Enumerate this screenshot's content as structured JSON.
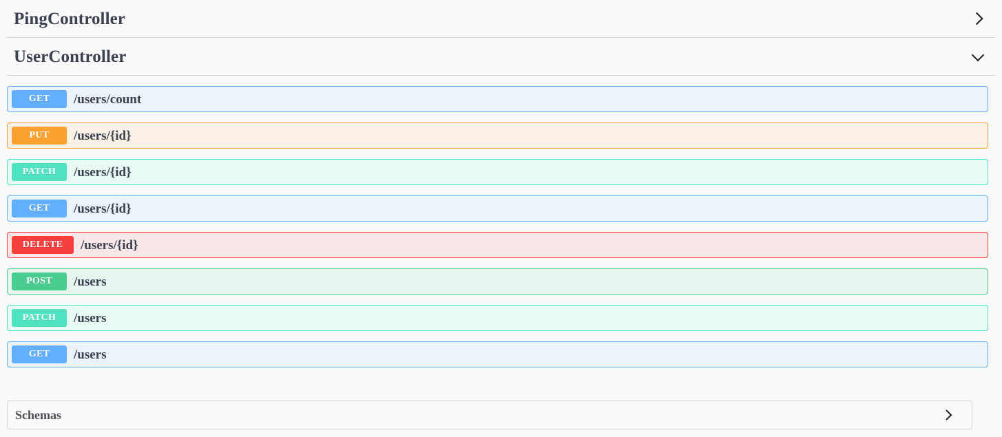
{
  "theme": {
    "page_background": "#fafafa",
    "title_color": "#3b4151",
    "divider_color": "#d3d3db",
    "method_colors": {
      "GET": "#61affe",
      "PUT": "#fca130",
      "PATCH": "#50e3c2",
      "DELETE": "#f93e3e",
      "POST": "#49cc90"
    }
  },
  "tags": [
    {
      "name": "PingController",
      "expanded": false,
      "toggle_icon": "chevron-right-icon",
      "operations": []
    },
    {
      "name": "UserController",
      "expanded": true,
      "toggle_icon": "chevron-down-icon",
      "operations": [
        {
          "method": "GET",
          "path": "/users/count"
        },
        {
          "method": "PUT",
          "path": "/users/{id}"
        },
        {
          "method": "PATCH",
          "path": "/users/{id}"
        },
        {
          "method": "GET",
          "path": "/users/{id}"
        },
        {
          "method": "DELETE",
          "path": "/users/{id}"
        },
        {
          "method": "POST",
          "path": "/users"
        },
        {
          "method": "PATCH",
          "path": "/users"
        },
        {
          "method": "GET",
          "path": "/users"
        }
      ]
    }
  ],
  "models": {
    "title": "Schemas",
    "expanded": false,
    "toggle_icon": "chevron-right-icon"
  }
}
